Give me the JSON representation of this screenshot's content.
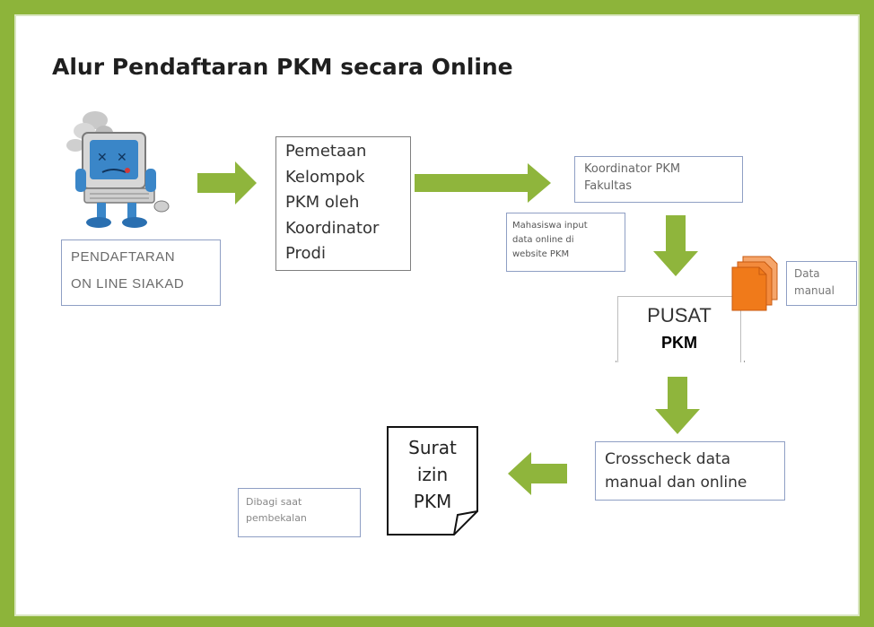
{
  "title": "Alur Pendaftaran PKM secara Online",
  "nodes": {
    "pendaftaran": "PENDAFTARAN\nON LINE SIAKAD",
    "pemetaan": "Pemetaan\nKelompok\nPKM oleh\nKoordinator\nProdi",
    "koordinator_fakultas": "Koordinator PKM\nFakultas",
    "mahasiswa_input": "Mahasiswa input\ndata online di\nwebsite PKM",
    "pusat_line1": "PUSAT",
    "pusat_line2": "PKM",
    "data_manual": "Data\nmanual",
    "crosscheck": "Crosscheck data\nmanual dan online",
    "surat_izin": "Surat\nizin\nPKM",
    "dibagi": "Dibagi saat\npembekalan"
  },
  "colors": {
    "frame": "#8db43a",
    "arrow": "#8fb53c",
    "document_orange": "#f07a1a",
    "box_border": "#8f9fc4"
  },
  "icons": {
    "computer": "broken-computer-icon",
    "documents": "stacked-documents-icon"
  }
}
